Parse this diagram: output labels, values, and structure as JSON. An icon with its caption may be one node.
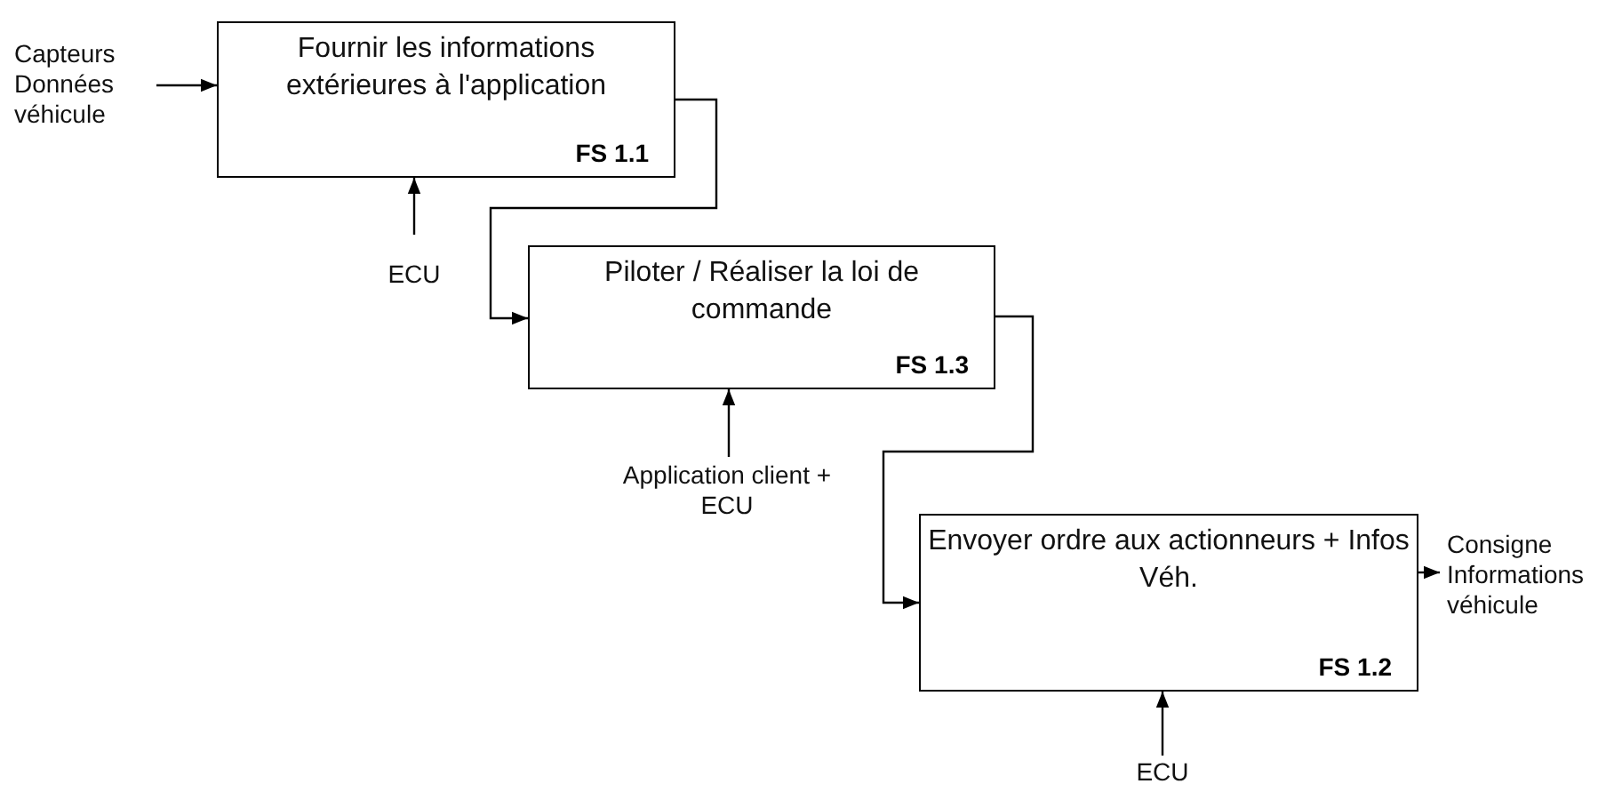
{
  "diagram": {
    "nodes": [
      {
        "text": [
          "Capteurs Données véhicule"
        ]
      },
      {
        "text": [
          "Fournir les informations extérieures à l'application",
          "FS 1.1"
        ]
      },
      {
        "text": [
          "ECU"
        ]
      },
      {
        "text": [
          "Piloter / Réaliser la loi de commande",
          "FS 1.3"
        ]
      },
      {
        "text": [
          "Application client + ECU"
        ]
      },
      {
        "text": [
          "Envoyer ordre aux actionneurs + Infos Véh.",
          "FS 1.2"
        ]
      },
      {
        "text": [
          "Consigne Informations véhicule"
        ]
      },
      {
        "text": [
          "ECU"
        ]
      }
    ],
    "edges": [
      {
        "from": 0,
        "to": 1,
        "arrow": "to"
      },
      {
        "from": 2,
        "to": 1,
        "arrow": "to"
      },
      {
        "from": 1,
        "to": 3,
        "arrow": "to"
      },
      {
        "from": 4,
        "to": 3,
        "arrow": "to"
      },
      {
        "from": 3,
        "to": 5,
        "arrow": "to"
      },
      {
        "from": 5,
        "to": 6,
        "arrow": "to"
      },
      {
        "from": 7,
        "to": 5,
        "arrow": "to"
      }
    ]
  }
}
